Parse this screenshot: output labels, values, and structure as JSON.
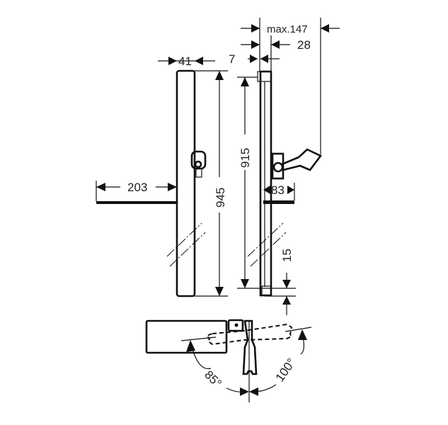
{
  "drawing": {
    "dimensions": {
      "width_bar": "41",
      "shelf_length": "203",
      "total_height": "945",
      "rail_height": "915",
      "wall_offset": "7",
      "rail_depth": "28",
      "max_projection": "max.147",
      "shelf_depth": "83",
      "bottom_offset": "15"
    },
    "angles": {
      "left": "85°",
      "right": "100°"
    }
  }
}
